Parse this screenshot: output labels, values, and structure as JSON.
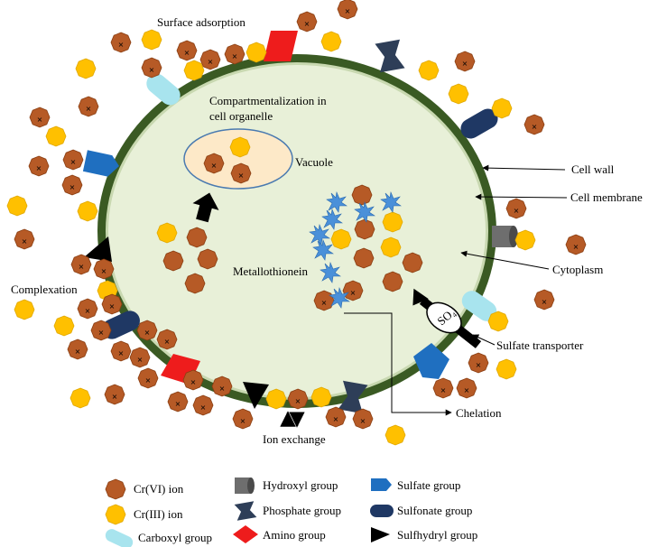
{
  "labels": {
    "surface_adsorption": "Surface adsorption",
    "compartment_line1": "Compartmentalization in",
    "compartment_line2": "cell organelle",
    "vacuole": "Vacuole",
    "cell_wall": "Cell wall",
    "cell_membrane": "Cell membrane",
    "cytoplasm": "Cytoplasm",
    "metallothionein": "Metallothionein",
    "complexation": "Complexation",
    "sulfate_transporter": "Sulfate transporter",
    "chelation": "Chelation",
    "ion_exchange": "Ion exchange",
    "so4": "SO₄"
  },
  "legend": {
    "cr6": "Cr(VI) ion",
    "cr3": "Cr(III) ion",
    "carboxyl": "Carboxyl group",
    "hydroxyl": "Hydroxyl group",
    "phosphate": "Phosphate group",
    "amino": "Amino group",
    "sulfate": "Sulfate group",
    "sulfonate": "Sulfonate group",
    "sulfhydryl": "Sulfhydryl group"
  },
  "colors": {
    "cr6": "#b65a26",
    "cr3": "#ffc000",
    "cell_wall": "#3a5a23",
    "cytoplasm": "#e8f0d8",
    "vacuole": "#fde9c8",
    "carboxyl": "#a8e4ee",
    "hydroxyl": "#6e6e6e",
    "phosphate": "#2e3e58",
    "amino": "#ee1c1c",
    "sulfate": "#1f6fc0",
    "sulfonate": "#1f3864",
    "sulfhydryl": "#000000",
    "metallothionein": "#4a90d9"
  },
  "icons": [
    "cr6-ion-icon",
    "cr3-ion-icon",
    "carboxyl-group-icon",
    "hydroxyl-group-icon",
    "phosphate-group-icon",
    "amino-group-icon",
    "sulfate-group-icon",
    "sulfonate-group-icon",
    "sulfhydryl-group-icon",
    "metallothionein-icon",
    "arrow-icon"
  ]
}
